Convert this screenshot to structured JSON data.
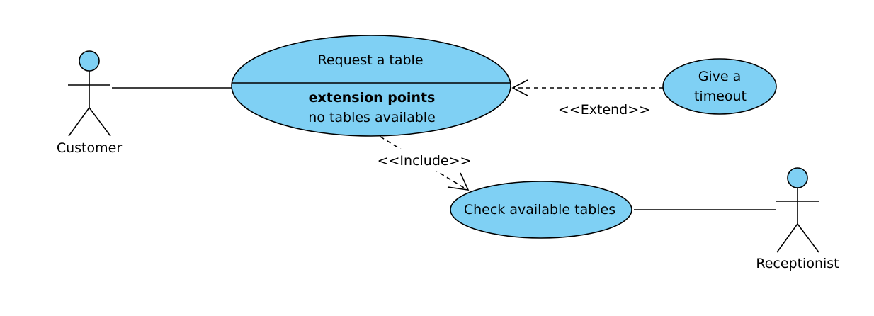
{
  "colors": {
    "use_case_fill": "#7fd0f4",
    "stroke": "#000000",
    "background": "#ffffff"
  },
  "actors": {
    "customer": {
      "label": "Customer"
    },
    "receptionist": {
      "label": "Receptionist"
    }
  },
  "use_cases": {
    "request_table": {
      "label": "Request a table",
      "compartment_title": "extension points",
      "extension_point": "no tables available"
    },
    "give_timeout": {
      "label_line1": "Give a",
      "label_line2": "timeout"
    },
    "check_tables": {
      "label": "Check available tables"
    }
  },
  "relationships": {
    "extend": {
      "label": "<<Extend>>"
    },
    "include": {
      "label": "<<Include>>"
    }
  }
}
